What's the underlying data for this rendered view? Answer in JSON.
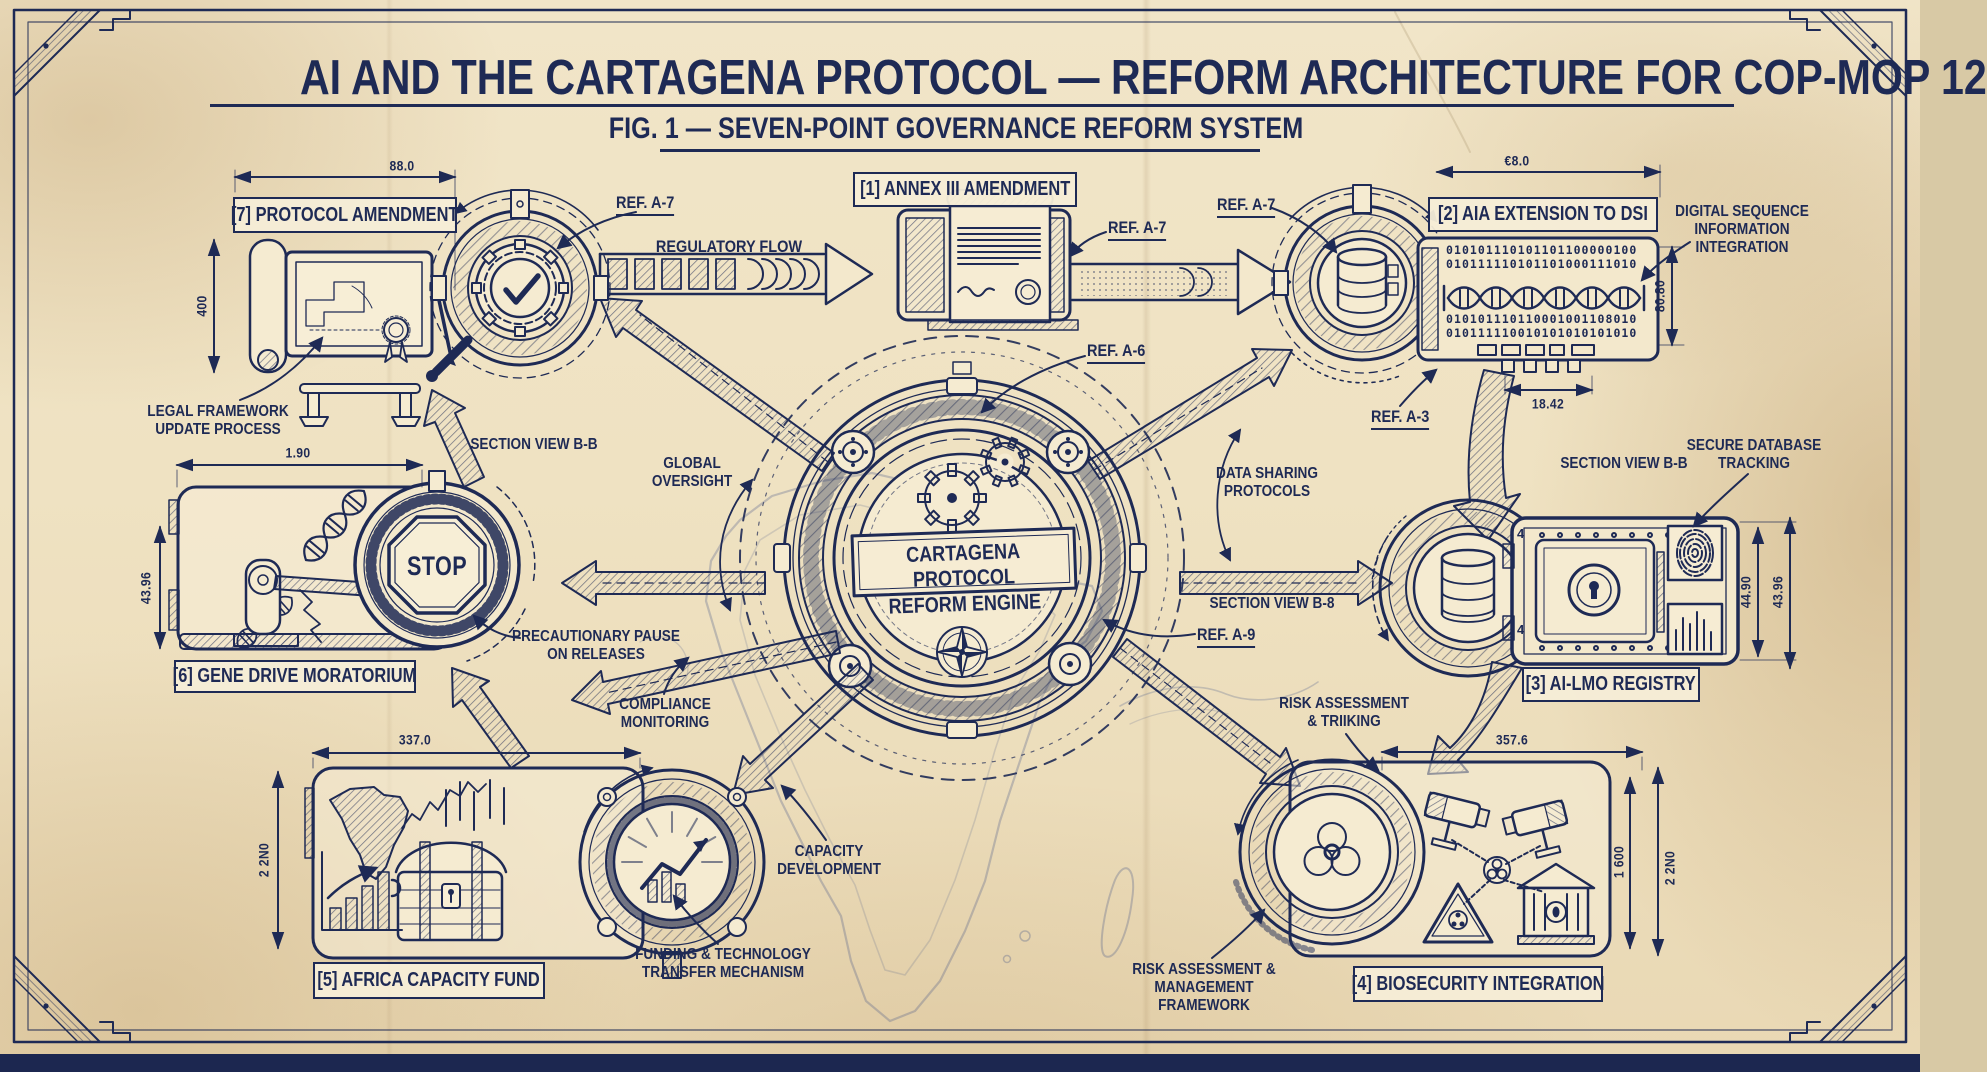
{
  "page": {
    "title": "AI AND THE CARTAGENA PROTOCOL — REFORM ARCHITECTURE FOR COP-MOP 12",
    "subtitle": "FIG. 1 — SEVEN-POINT GOVERNANCE REFORM SYSTEM"
  },
  "engine": {
    "label": "CARTAGENA PROTOCOL\nREFORM ENGINE"
  },
  "modules": {
    "annex": "[1] ANNEX III AMENDMENT",
    "aia_dsi": "[2] AIA EXTENSION TO DSI",
    "ai_lmo": "[3] AI-LMO REGISTRY",
    "biosecurity": "[4] BIOSECURITY INTEGRATION",
    "africa_fund": "[5] AFRICA CAPACITY FUND",
    "gene_drive": "[6] GENE DRIVE MORATORIUM",
    "protocol_amendment": "[7] PROTOCOL AMENDMENT"
  },
  "annotations": {
    "ref_a7_left": "REF. A-7",
    "ref_a7_doc": "REF. A-7",
    "ref_a7_dsi": "REF. A-7",
    "ref_a6": "REF. A-6",
    "ref_a3": "REF. A-3",
    "ref_a9": "REF. A-9",
    "regulatory_flow": "REGULATORY FLOW",
    "global_oversight": "GLOBAL\nOVERSIGHT",
    "data_sharing": "DATA SHARING\nPROTOCOLS",
    "section_view_bb_left": "SECTION VIEW B-B",
    "section_view_bb_right": "SECTION VIEW B-B",
    "section_view_b8": "SECTION VIEW B-8",
    "legal_framework": "LEGAL FRAMEWORK\nUPDATE PROCESS",
    "precautionary_pause": "PRECAUTIONARY PAUSE\nON RELEASES",
    "compliance_monitoring": "COMPLIANCE\nMONITORING",
    "capacity_development": "CAPACITY\nDEVELOPMENT",
    "funding_transfer": "FUNDING & TECHNOLOGY\nTRANSFER MECHANISM",
    "risk_tracking": "RISK ASSESSMENT\n& TRIIKING",
    "risk_management": "RISK ASSESSMENT &\nMANAGEMENT FRAMEWORK",
    "secure_database": "SECURE DATABASE\nTRACKING",
    "dsi_integration": "DIGITAL SEQUENCE\nINFORMATION\nINTEGRATION"
  },
  "stop_sign": "STOP",
  "dimensions": {
    "d_top_left": "88.0",
    "d_left_vert": "400",
    "d_top_right": "€8.0",
    "d_dsi_vert": "80.80",
    "d_dsi_pins": "18.42",
    "d_gene_width": "1.90",
    "d_gene_height": "43.96",
    "d_fund_width": "337.0",
    "d_fund_height": "2 2N0",
    "d_bio_width": "357.6",
    "d_bio_h1": "1 600",
    "d_bio_h2": "2 2N0",
    "d_safe_h1": "44.90",
    "d_safe_h2": "43.96"
  },
  "dsi_device": {
    "binary_rows": [
      "010101110101101100000100",
      "010111110101101000111010",
      "010101110110001001108010",
      "010111110010101010101010"
    ]
  },
  "safe": {
    "corner_mark_top": "4",
    "corner_mark_bottom": "4"
  },
  "colors": {
    "ink": "#1e2a55",
    "paper": "#efe2c2",
    "paper_light": "#f6ecd3",
    "footer_bar": "#1c2750"
  }
}
